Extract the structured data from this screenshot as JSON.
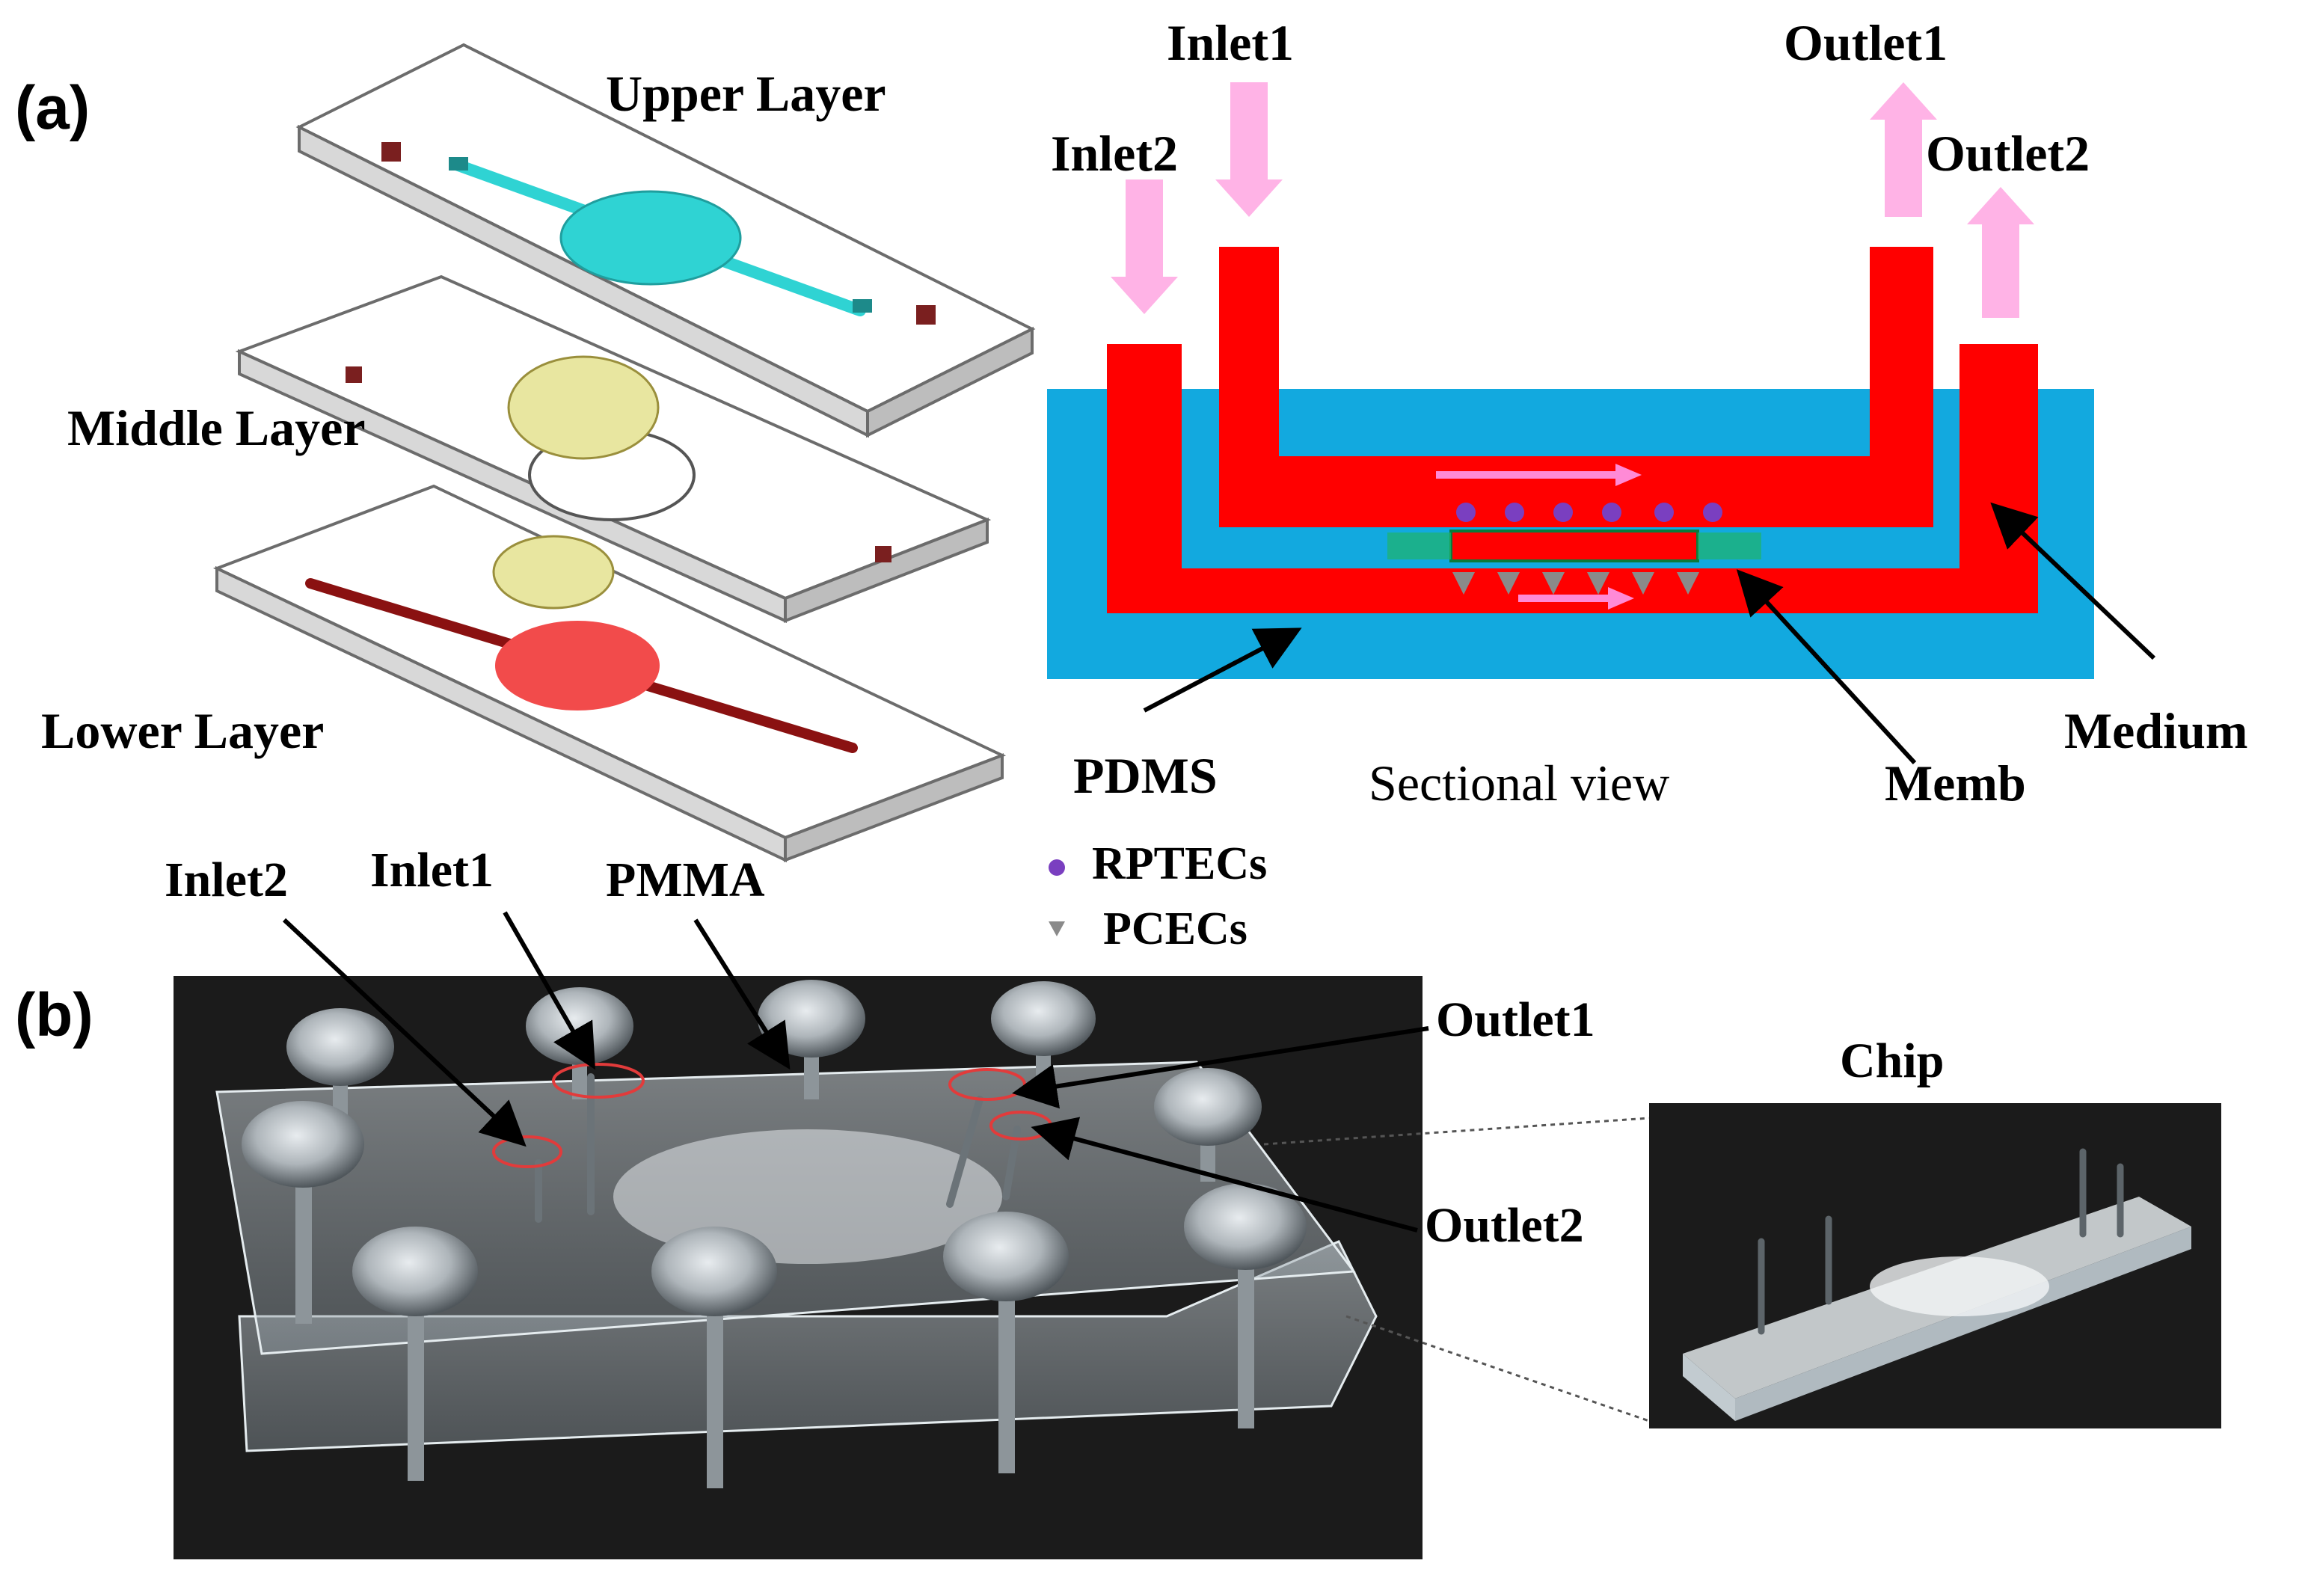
{
  "panel_a": {
    "tag": "(a)",
    "exploded_view": {
      "upper_layer": "Upper Layer",
      "middle_layer": "Middle Layer",
      "lower_layer": "Lower Layer"
    },
    "sectional_view": {
      "caption": "Sectional view",
      "inlet1": "Inlet1",
      "inlet2": "Inlet2",
      "outlet1": "Outlet1",
      "outlet2": "Outlet2",
      "pdms": "PDMS",
      "memb": "Memb",
      "medium": "Medium"
    },
    "legend": {
      "rptecs": "RPTECs",
      "pcecs": "PCECs"
    }
  },
  "panel_b": {
    "tag": "(b)",
    "inlet2": "Inlet2",
    "inlet1": "Inlet1",
    "pmma": "PMMA",
    "outlet1": "Outlet1",
    "outlet2": "Outlet2",
    "chip": "Chip"
  },
  "colors": {
    "pdms_blue": "#12a9df",
    "medium_red": "#ff0000",
    "flow_arrow_pink": "#ffb3e6",
    "upper_channel_cyan": "#2fd3d3",
    "lower_channel_red": "#f24b4b",
    "lower_runner_darkred": "#8a1111",
    "membrane_yellow": "#e8e6a0",
    "rptec_purple": "#7a3fc0",
    "pcec_gray": "#8a8a8a",
    "photo_background": "#1b1b1b"
  }
}
